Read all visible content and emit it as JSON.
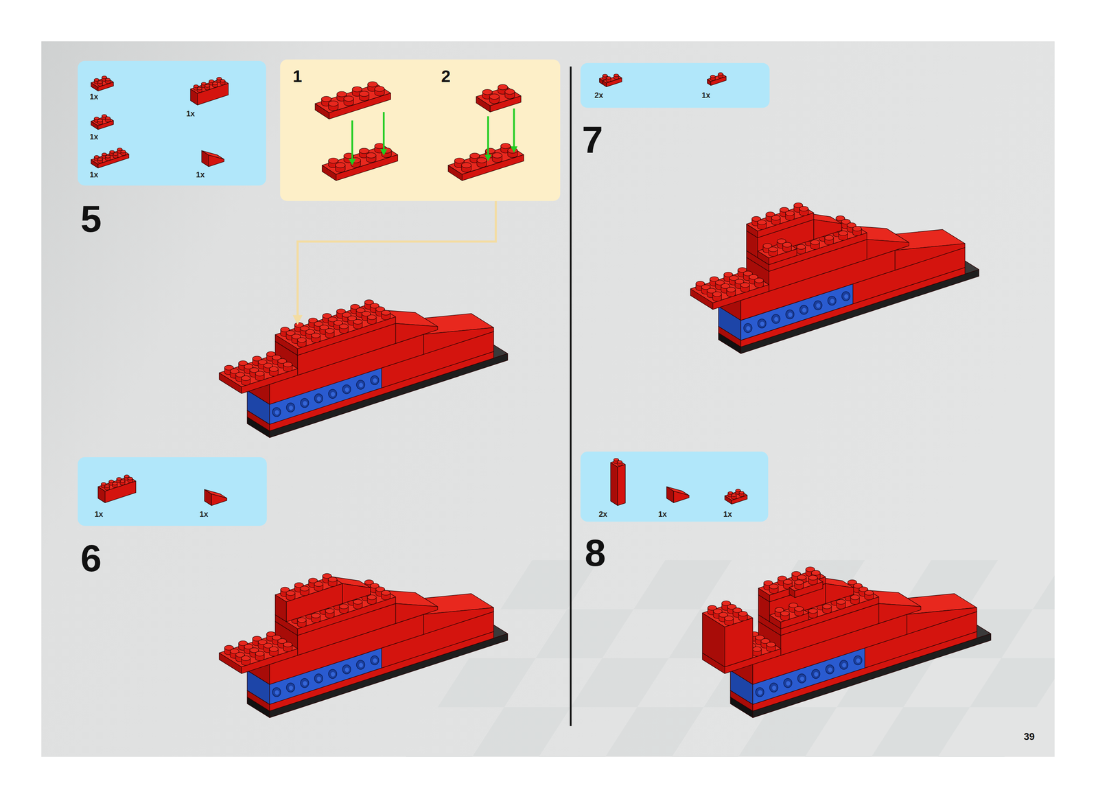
{
  "diagram": {
    "nodes": [
      {
        "text": [
          "1x",
          "1x",
          "1x",
          "1x",
          "1x"
        ]
      },
      {
        "text": [
          "1",
          "2"
        ]
      },
      {
        "text": [
          "1x",
          "1x"
        ]
      },
      {
        "text": [
          "2x",
          "1x"
        ]
      },
      {
        "text": [
          "2x",
          "1x",
          "1x"
        ]
      }
    ],
    "labels": [
      "5",
      "6",
      "7",
      "8",
      "39"
    ]
  }
}
